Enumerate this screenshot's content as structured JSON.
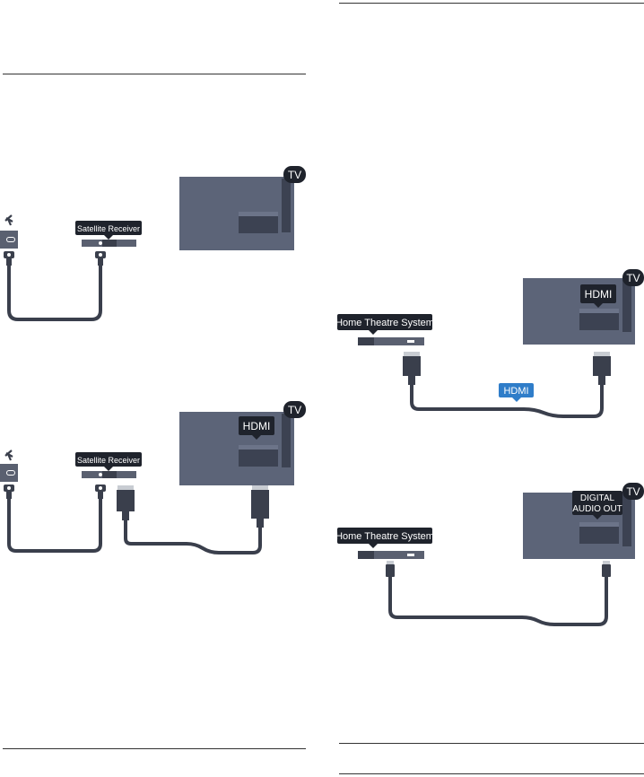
{
  "labels": {
    "satellite_receiver": "Satellite Receiver",
    "tv": "TV",
    "hdmi": "HDMI",
    "home_theatre_system": "Home Theatre System",
    "digital_audio_out_line1": "DIGITAL",
    "digital_audio_out_line2": "AUDIO OUT"
  },
  "colors": {
    "device": "#5a6070",
    "device_dark": "#3a3f4c",
    "tv_panel": "#5c6478",
    "tv_screen": "#3c4252",
    "badge": "#1f232c",
    "cable": "#3a3f4c",
    "accent_blue": "#2f7dc9",
    "plug_light": "#c8ccd2"
  }
}
